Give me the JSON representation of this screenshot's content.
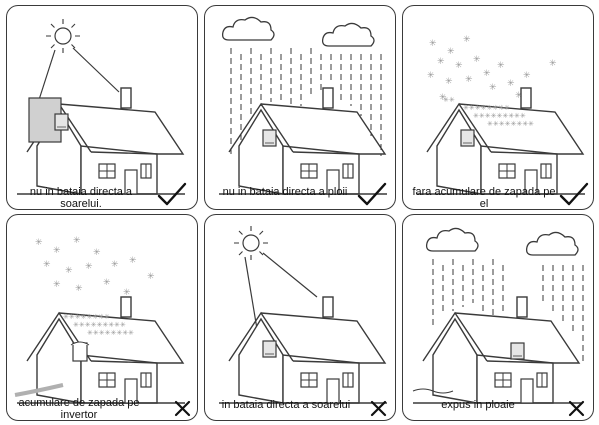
{
  "panels": [
    {
      "caption": "nu in bataia directa a soarelui.",
      "verdict": "check"
    },
    {
      "caption": "nu in bataia directa a ploii",
      "verdict": "check"
    },
    {
      "caption": "fara acumulare de zapada pe el",
      "verdict": "check"
    },
    {
      "caption": "acumulare de zapada pe invertor",
      "verdict": "cross"
    },
    {
      "caption": "in bataia directa a soarelui",
      "verdict": "cross"
    },
    {
      "caption": "expus in ploaie",
      "verdict": "cross"
    }
  ],
  "icons": {
    "check": "checkmark-icon",
    "cross": "cross-icon",
    "sun": "sun-icon",
    "cloud": "cloud-icon",
    "snow": "snowflake-icon",
    "house": "house-icon",
    "inverter": "inverter-icon"
  },
  "colors": {
    "line": "#3a3a3a",
    "snow": "#9a9a9a",
    "highlight": "#c8c8c8"
  }
}
